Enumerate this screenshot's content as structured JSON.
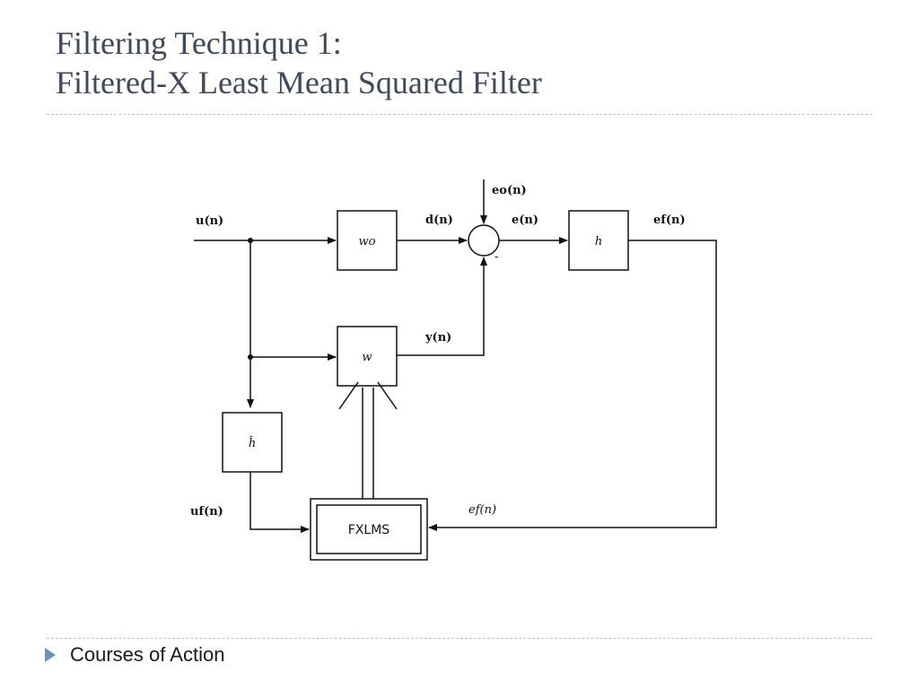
{
  "slide": {
    "title_line1": "Filtering Technique 1:",
    "title_line2": "Filtered-X Least Mean Squared Filter",
    "footer_bullet": "Courses of Action"
  },
  "diagram": {
    "signals": {
      "input": "u(n)",
      "desired": "d(n)",
      "disturbance": "eo(n)",
      "error": "e(n)",
      "filtered_error_out": "ef(n)",
      "output": "y(n)",
      "filtered_input": "uf(n)",
      "filtered_error_in": "ef(n)",
      "sum_minus": "-"
    },
    "blocks": {
      "plant": "wo",
      "adaptive_filter": "w",
      "secondary_path": "h",
      "secondary_path_estimate": "ĥ",
      "algorithm": "FXLMS"
    }
  },
  "colors": {
    "title": "#3f4a5a",
    "rule": "#b9c2cc",
    "bullet": "#6f8fb5"
  },
  "icons": {
    "footer_bullet": "triangle-right-icon"
  }
}
